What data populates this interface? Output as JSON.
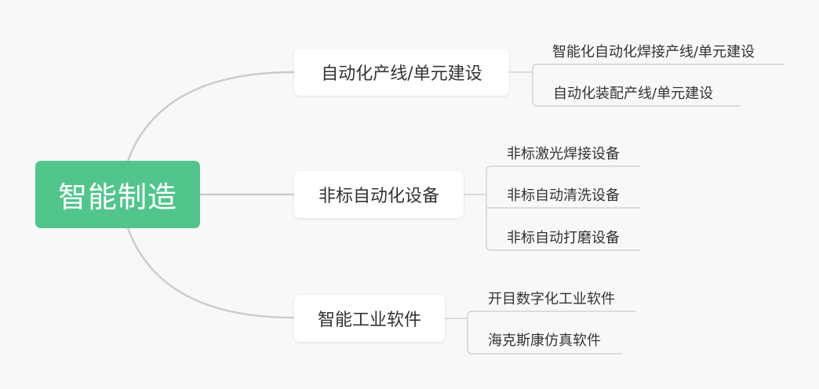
{
  "diagram": {
    "root": {
      "label": "智能制造"
    },
    "branches": [
      {
        "label": "自动化产线/单元建设",
        "children": [
          {
            "label": "智能化自动化焊接产线/单元建设"
          },
          {
            "label": "自动化装配产线/单元建设"
          }
        ]
      },
      {
        "label": "非标自动化设备",
        "children": [
          {
            "label": "非标激光焊接设备"
          },
          {
            "label": "非标自动清洗设备"
          },
          {
            "label": "非标自动打磨设备"
          }
        ]
      },
      {
        "label": "智能工业软件",
        "children": [
          {
            "label": "开目数字化工业软件"
          },
          {
            "label": "海克斯康仿真软件"
          }
        ]
      }
    ]
  },
  "colors": {
    "root_fill": "#52c58d",
    "root_text": "#ffffff",
    "connector": "#cccccc",
    "node_fill": "#ffffff",
    "text": "#333333",
    "background": "#f8f8f8"
  }
}
